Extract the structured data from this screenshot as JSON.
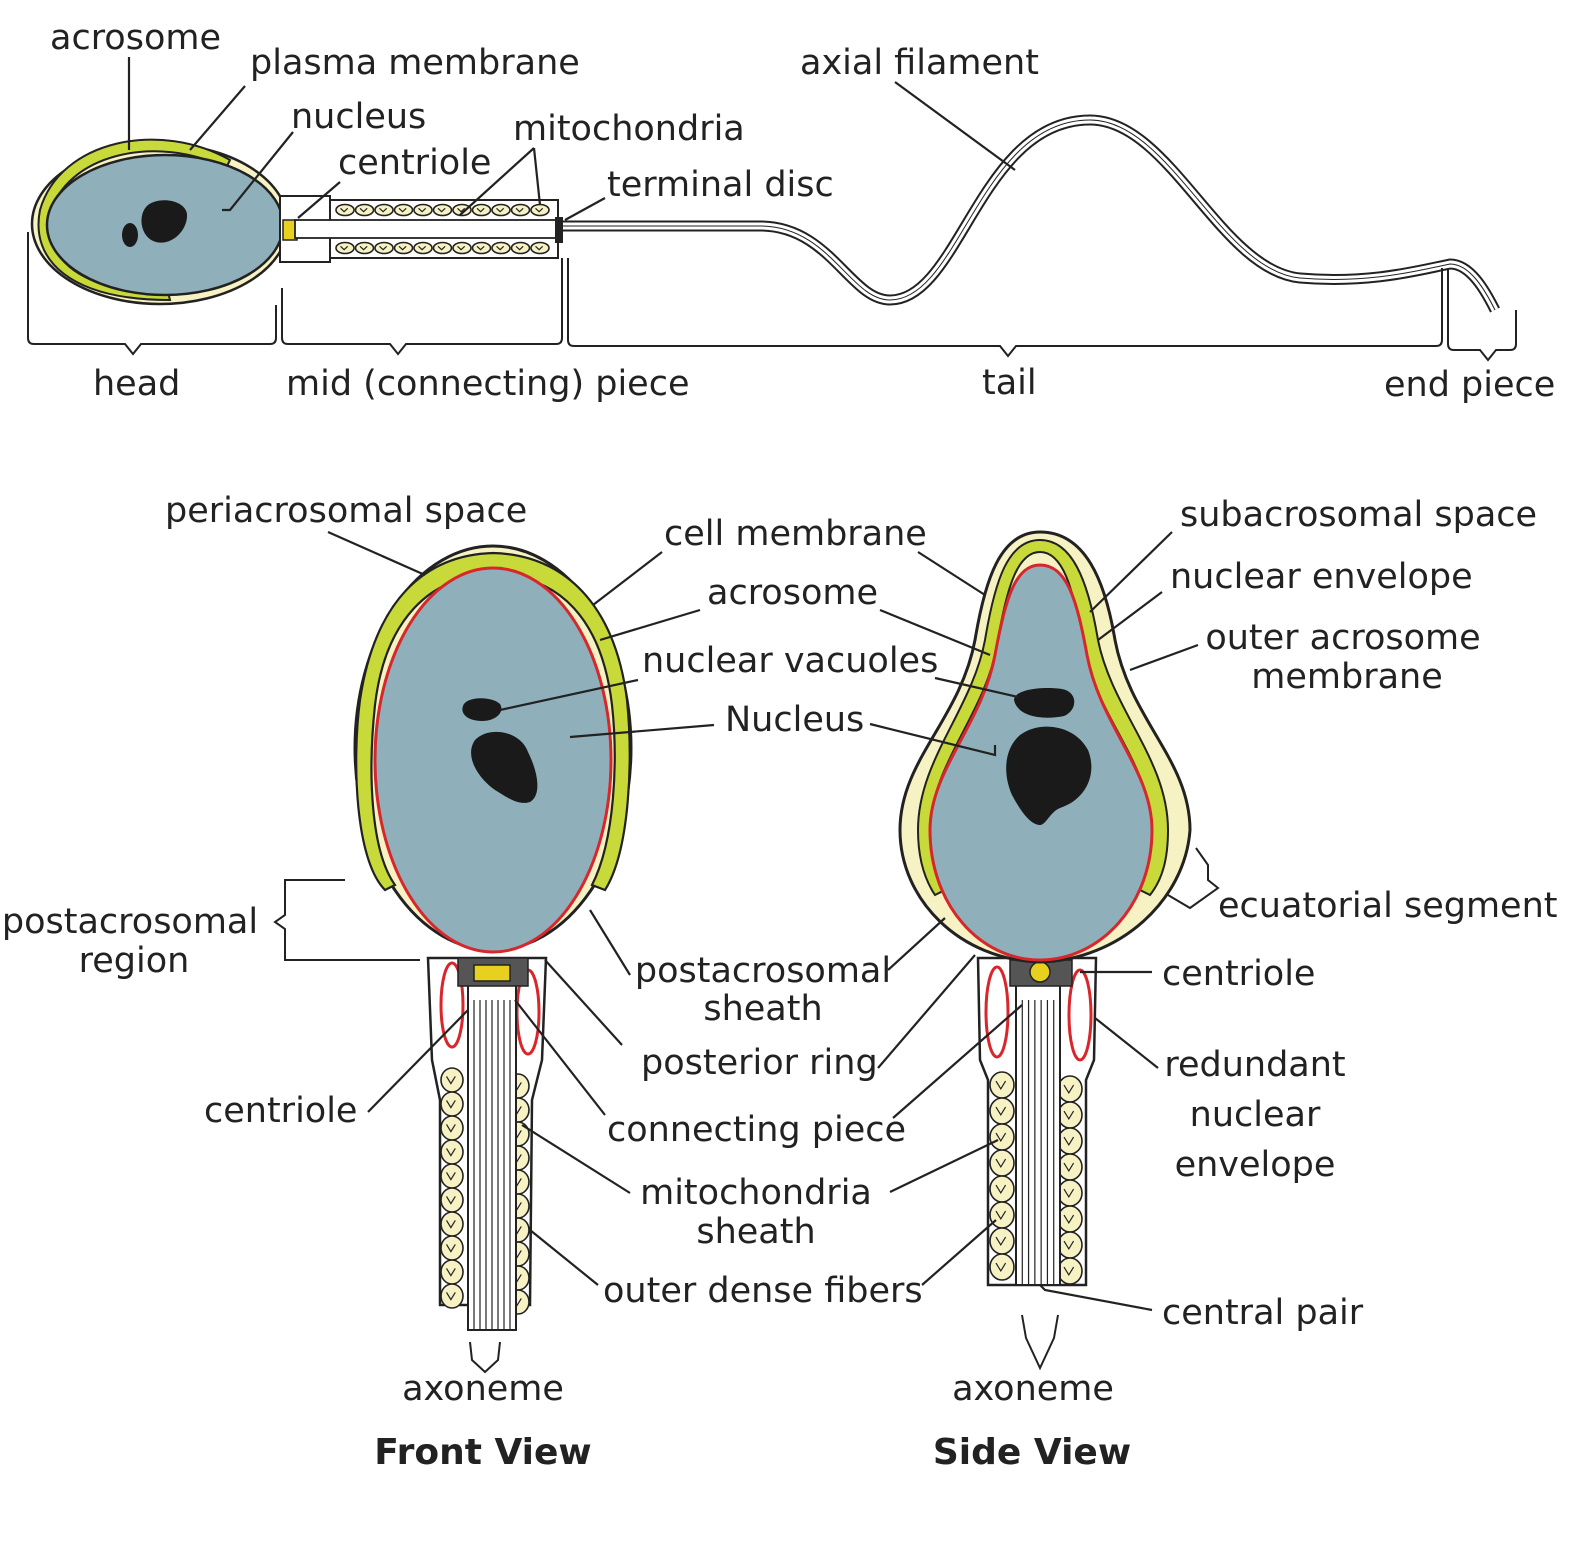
{
  "colors": {
    "nucleus": "#8fb0bb",
    "acrosome": "#c8d93a",
    "cytoplasm": "#f7f2c4",
    "membrane_red": "#d8262b",
    "centriole": "#e8d020",
    "outline": "#222222",
    "vacuole": "#1a1a1a"
  },
  "top_diagram": {
    "labels": {
      "acrosome": "acrosome",
      "plasma_membrane": "plasma membrane",
      "nucleus": "nucleus",
      "centriole": "centriole",
      "mitochondria": "mitochondria",
      "terminal_disc": "terminal disc",
      "axial_filament": "axial filament"
    },
    "regions": {
      "head": "head",
      "mid_piece": "mid (connecting) piece",
      "tail": "tail",
      "end_piece": "end piece"
    }
  },
  "front_view": {
    "title": "Front View",
    "labels": {
      "periacrosomal_space": "periacrosomal space",
      "cell_membrane": "cell membrane",
      "acrosome": "acrosome",
      "nuclear_vacuoles": "nuclear vacuoles",
      "nucleus": "Nucleus",
      "postacrosomal_region_1": "postacrosomal",
      "postacrosomal_region_2": "region",
      "postacrosomal_sheath_1": "postacrosomal",
      "postacrosomal_sheath_2": "sheath",
      "posterior_ring": "posterior ring",
      "centriole": "centriole",
      "connecting_piece": "connecting piece",
      "mitochondria_sheath_1": "mitochondria",
      "mitochondria_sheath_2": "sheath",
      "outer_dense_fibers": "outer dense fibers",
      "axoneme": "axoneme"
    }
  },
  "side_view": {
    "title": "Side View",
    "labels": {
      "subacrosomal_space": "subacrosomal space",
      "nuclear_envelope": "nuclear envelope",
      "outer_acrosome_membrane_1": "outer acrosome",
      "outer_acrosome_membrane_2": "membrane",
      "ecuatorial_segment": "ecuatorial segment",
      "centriole": "centriole",
      "redundant_nuclear_envelope_1": "redundant",
      "redundant_nuclear_envelope_2": "nuclear",
      "redundant_nuclear_envelope_3": "envelope",
      "central_pair": "central pair",
      "axoneme": "axoneme"
    }
  }
}
